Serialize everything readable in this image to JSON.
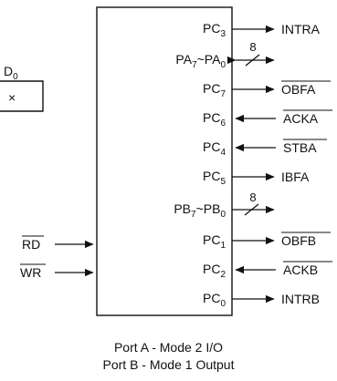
{
  "control_word": {
    "bit_label": "D",
    "bit_sub": "0",
    "bit_value": "×"
  },
  "chip_pins": [
    {
      "main": "PC",
      "sub": "3",
      "tail": ""
    },
    {
      "main": "PA",
      "sub": "7",
      "tail": "~PA",
      "sub2": "0"
    },
    {
      "main": "PC",
      "sub": "7",
      "tail": ""
    },
    {
      "main": "PC",
      "sub": "6",
      "tail": ""
    },
    {
      "main": "PC",
      "sub": "4",
      "tail": ""
    },
    {
      "main": "PC",
      "sub": "5",
      "tail": ""
    },
    {
      "main": "PB",
      "sub": "7",
      "tail": "~PB",
      "sub2": "0"
    },
    {
      "main": "PC",
      "sub": "1",
      "tail": ""
    },
    {
      "main": "PC",
      "sub": "2",
      "tail": ""
    },
    {
      "main": "PC",
      "sub": "0",
      "tail": ""
    }
  ],
  "signals": {
    "intra": "INTRA",
    "bus_a_width": "8",
    "obfa": "OBFA",
    "acka": "ACKA",
    "stba": "STBA",
    "ibfa": "IBFA",
    "bus_b_width": "8",
    "obfb": "OBFB",
    "ackb": "ACKB",
    "intrb": "INTRB"
  },
  "inputs": {
    "rd": "RD",
    "wr": "WR"
  },
  "caption": {
    "line1": "Port A - Mode 2 I/O",
    "line2": "Port B - Mode 1 Output"
  }
}
